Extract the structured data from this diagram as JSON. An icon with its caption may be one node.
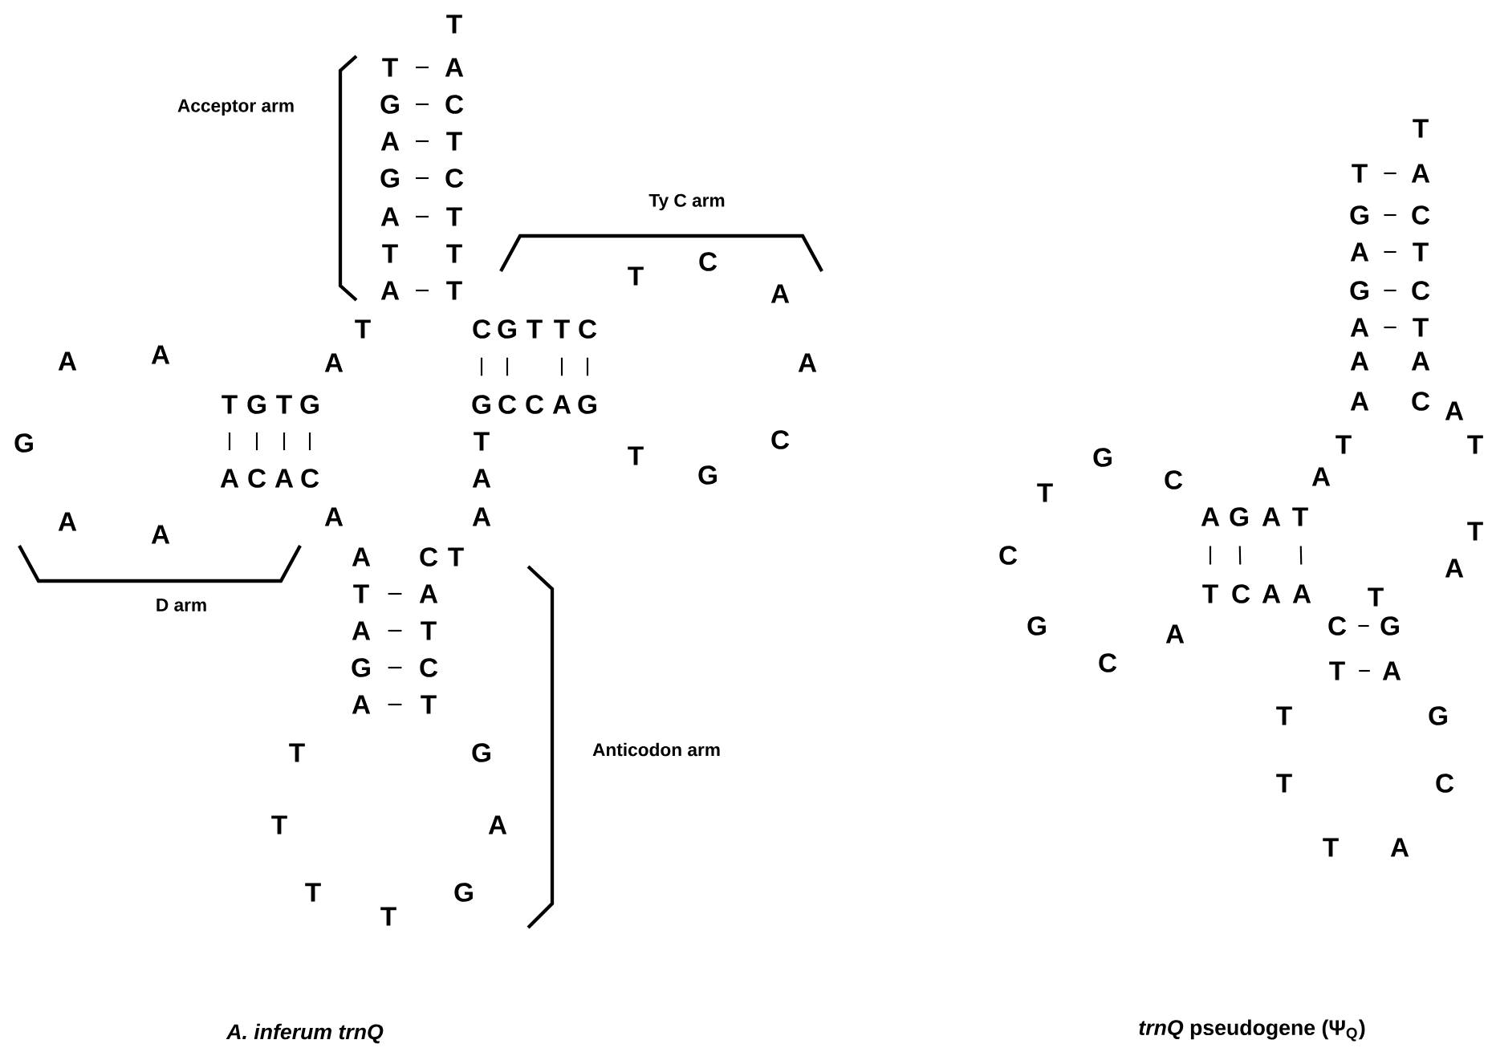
{
  "diagram": {
    "labels": [
      "T",
      "T",
      "A",
      "Acceptor arm",
      "G",
      "C",
      "T",
      "A",
      "T",
      "G",
      "C",
      "T",
      "A",
      "Ty C arm",
      "A",
      "T",
      "G",
      "C",
      "T",
      "T",
      "A",
      "T",
      "C",
      "T",
      "A",
      "T",
      "A",
      "G",
      "C",
      "T",
      "C",
      "G",
      "T",
      "T",
      "C",
      "A",
      "T",
      "A",
      "A",
      "A",
      "A",
      "A",
      "A",
      "T",
      "G",
      "T",
      "G",
      "G",
      "C",
      "C",
      "A",
      "G",
      "A",
      "C",
      "A",
      "G",
      "T",
      "C",
      "T",
      "T",
      "T",
      "G",
      "A",
      "C",
      "A",
      "C",
      "A",
      "G",
      "C",
      "A",
      "T",
      "A",
      "A",
      "A",
      "A",
      "G",
      "A",
      "T",
      "A",
      "T",
      "A",
      "C",
      "T",
      "C",
      "A",
      "T",
      "A",
      "T",
      "C",
      "A",
      "A",
      "T",
      "D arm",
      "A",
      "T",
      "G",
      "A",
      "C",
      "G",
      "G",
      "C",
      "C",
      "T",
      "A",
      "A",
      "T",
      "T",
      "G",
      "T",
      "G",
      "Anticodon arm",
      "T",
      "C",
      "T",
      "A",
      "T",
      "A",
      "T",
      "G",
      "T",
      "A. inferum trnQ",
      "*trnQ* pseudogene (Ψ$_{Q}$)"
    ]
  }
}
